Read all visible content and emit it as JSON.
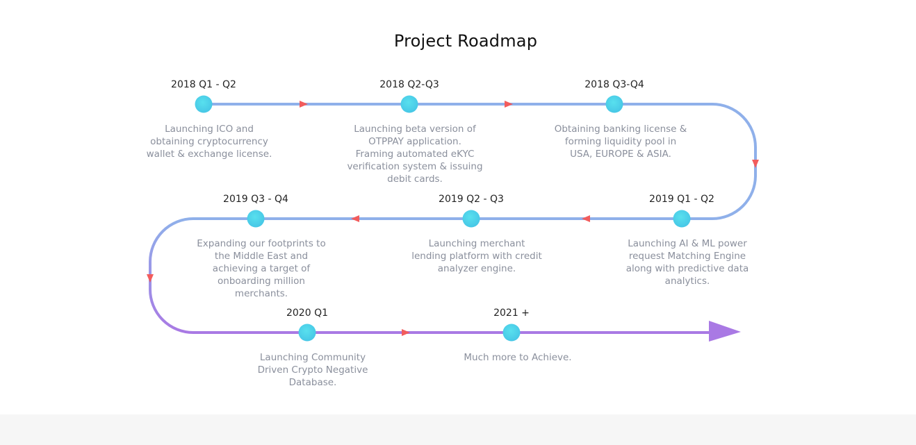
{
  "title": "Project Roadmap",
  "colors": {
    "line_top": "#8fb0ea",
    "line_bottom": "#a979e4",
    "arrow": "#f25c5c",
    "node_center": "#58e0ee",
    "node_edge": "#47c7e6",
    "date_text": "#222222",
    "desc_text": "#8a8f9c",
    "footer_band": "#f6f6f6"
  },
  "milestones": [
    {
      "date": "2018 Q1 - Q2",
      "description": "Launching ICO and\nobtaining cryptocurrency\nwallet & exchange license."
    },
    {
      "date": "2018 Q2-Q3",
      "description": "Launching beta version of\nOTPPAY application.\nFraming automated eKYC\nverification system & issuing\ndebit cards."
    },
    {
      "date": "2018 Q3-Q4",
      "description": "Obtaining banking license &\nforming liquidity pool in\nUSA, EUROPE & ASIA."
    },
    {
      "date": "2019 Q1 - Q2",
      "description": "Launching AI & ML power\nrequest Matching Engine\nalong with predictive data\nanalytics."
    },
    {
      "date": "2019 Q2 - Q3",
      "description": "Launching merchant\nlending platform with credit\nanalyzer engine."
    },
    {
      "date": "2019 Q3 - Q4",
      "description": "Expanding our footprints to\nthe Middle East and\nachieving a target of\nonboarding million\nmerchants."
    },
    {
      "date": "2020 Q1",
      "description": "Launching Community\nDriven Crypto Negative\nDatabase."
    },
    {
      "date": "2021 +",
      "description": "Much more to Achieve."
    }
  ]
}
